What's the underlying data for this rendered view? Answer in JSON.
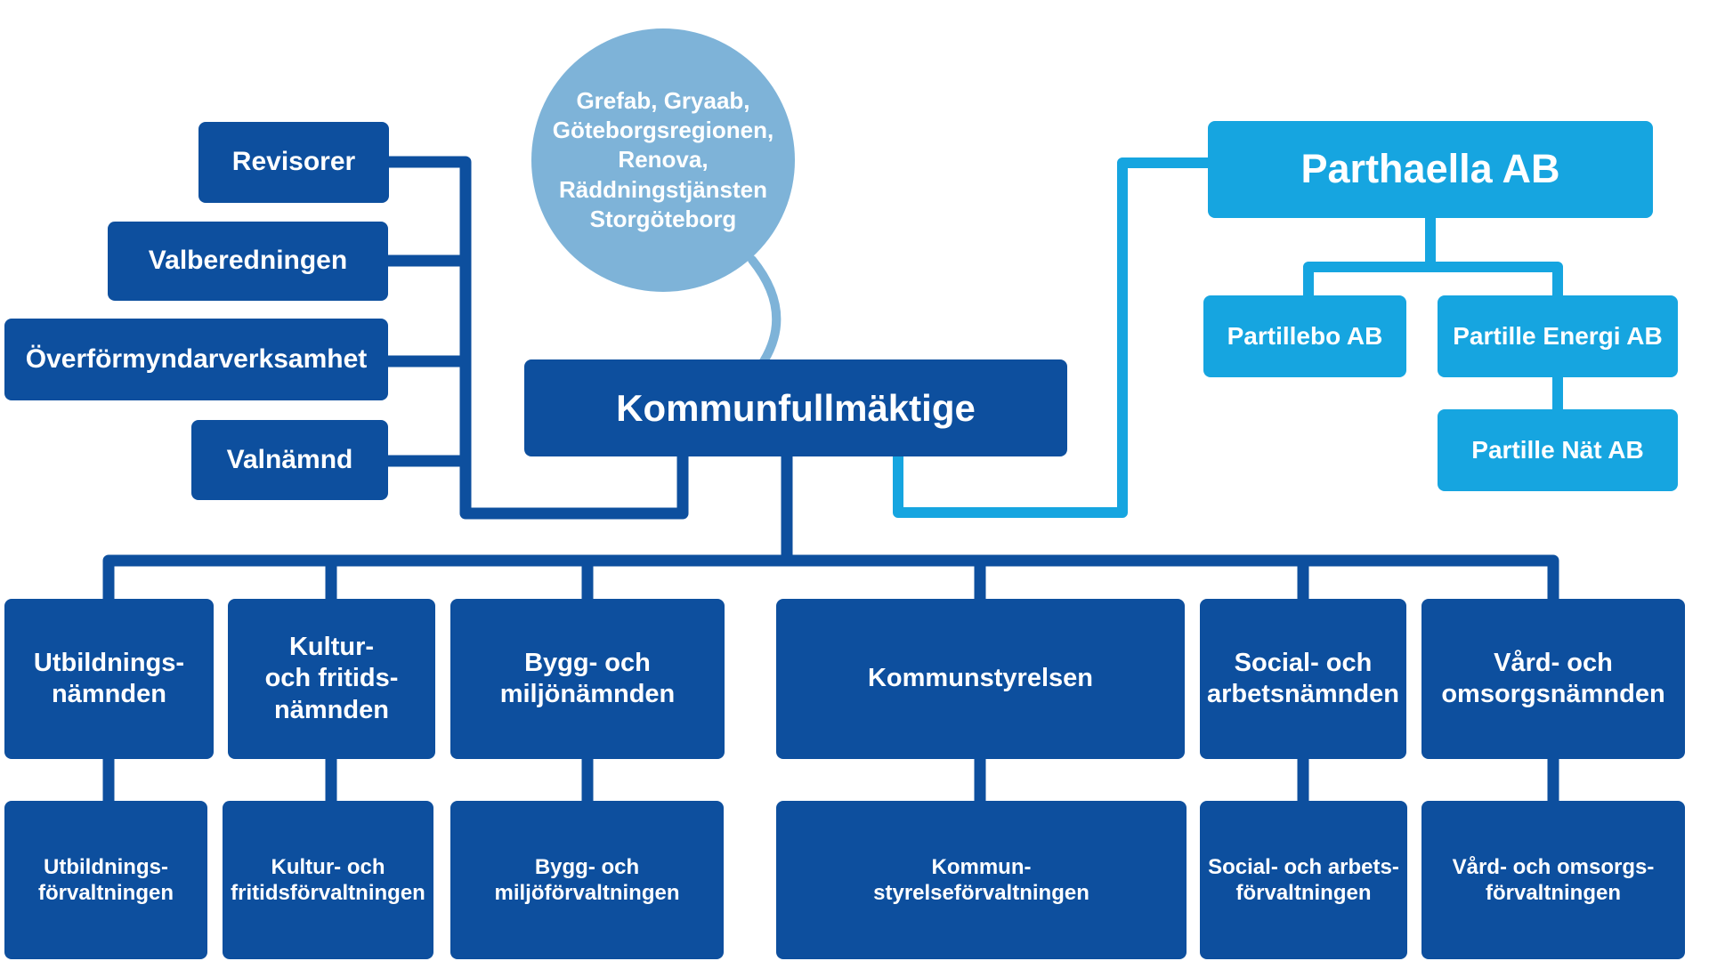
{
  "palette": {
    "dark_blue": "#0d4f9e",
    "light_blue": "#7eb3d8",
    "cyan": "#16a5e0",
    "text_white": "#ffffff"
  },
  "bubble": {
    "label": "Grefab, Gryaab,\nGöteborgsregionen,\nRenova,\nRäddningstjänsten\nStorgöteborg"
  },
  "council": {
    "label": "Kommunfullmäktige"
  },
  "left_bodies": [
    {
      "label": "Revisorer"
    },
    {
      "label": "Valberedningen"
    },
    {
      "label": "Överförmyndarverksamhet"
    },
    {
      "label": "Valnämnd"
    }
  ],
  "companies": {
    "parent": {
      "label": "Parthaella AB"
    },
    "children": [
      {
        "label": "Partillebo AB"
      },
      {
        "label": "Partille Energi AB"
      },
      {
        "label": "Partille Nät AB"
      }
    ]
  },
  "committees": [
    {
      "label": "Utbildnings-\nnämnden"
    },
    {
      "label": "Kultur-\noch fritids-\nnämnden"
    },
    {
      "label": "Bygg- och\nmiljönämnden"
    },
    {
      "label": "Kommunstyrelsen"
    },
    {
      "label": "Social- och\narbetsnämnden"
    },
    {
      "label": "Vård- och\nomsorgsnämnden"
    }
  ],
  "departments": [
    {
      "label": "Utbildnings-\nförvaltningen"
    },
    {
      "label": "Kultur- och\nfritidsförvaltningen"
    },
    {
      "label": "Bygg- och\nmiljöförvaltningen"
    },
    {
      "label": "Kommun-\nstyrelseförvaltningen"
    },
    {
      "label": "Social- och arbets-\nförvaltningen"
    },
    {
      "label": "Vård- och omsorgs-\nförvaltningen"
    }
  ]
}
